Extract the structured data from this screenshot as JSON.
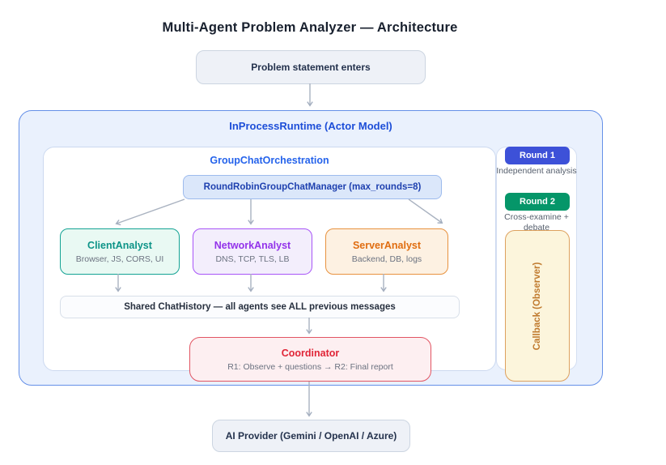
{
  "title": "Multi-Agent Problem Analyzer — Architecture",
  "input_node": {
    "label": "Problem statement enters"
  },
  "runtime": {
    "title": "InProcessRuntime (Actor Model)",
    "border_color": "#6590e8",
    "background_color": "#eaf1fd",
    "orchestration": {
      "title": "GroupChatOrchestration",
      "manager": {
        "label": "RoundRobinGroupChatManager (max_rounds=8)",
        "background_color": "#dbe7fa",
        "text_color": "#1e40af"
      },
      "agents": [
        {
          "name": "ClientAnalyst",
          "detail": "Browser, JS, CORS, UI",
          "accent": "#0d9488",
          "background": "#e9f9f3"
        },
        {
          "name": "NetworkAnalyst",
          "detail": "DNS, TCP, TLS, LB",
          "accent": "#9333ea",
          "background": "#f3eefc"
        },
        {
          "name": "ServerAnalyst",
          "detail": "Backend, DB, logs",
          "accent": "#e06d10",
          "background": "#fdf1e2"
        }
      ],
      "chat_history": {
        "label": "Shared ChatHistory — all agents see ALL previous messages"
      },
      "coordinator": {
        "name": "Coordinator",
        "detail": "R1: Observe + questions → R2: Final report",
        "accent": "#e02537",
        "background": "#fdeff1"
      }
    },
    "legend": {
      "round1": {
        "label": "Round 1",
        "color": "#3d51d8",
        "caption": "Independent analysis"
      },
      "round2": {
        "label": "Round 2",
        "color": "#059669",
        "caption": "Cross-examine + debate"
      },
      "callback": {
        "label": "Callback (Observer)",
        "accent": "#c07a2e",
        "background": "#fcf5dc"
      }
    }
  },
  "provider_node": {
    "label": "AI Provider (Gemini / OpenAI / Azure)"
  }
}
